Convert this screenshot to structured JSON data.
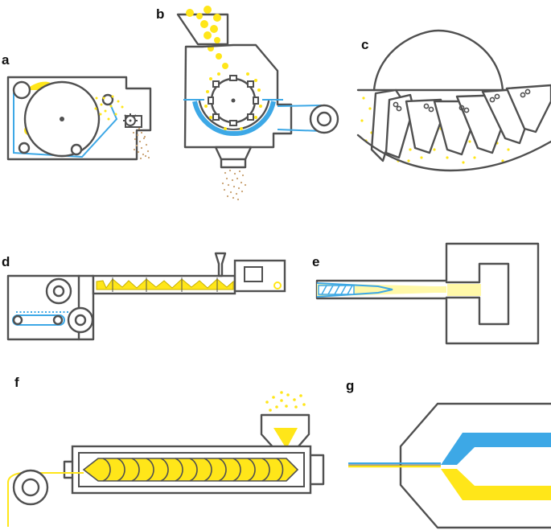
{
  "panels": [
    {
      "id": "a",
      "label": "a"
    },
    {
      "id": "b",
      "label": "b"
    },
    {
      "id": "c",
      "label": "c"
    },
    {
      "id": "d",
      "label": "d"
    },
    {
      "id": "e",
      "label": "e"
    },
    {
      "id": "f",
      "label": "f"
    },
    {
      "id": "g",
      "label": "g"
    }
  ],
  "colors": {
    "outline": "#505050",
    "polymer_yellow": "#ffe619",
    "fiber_blue": "#3da8e6",
    "particle_brown": "#c8a070"
  }
}
